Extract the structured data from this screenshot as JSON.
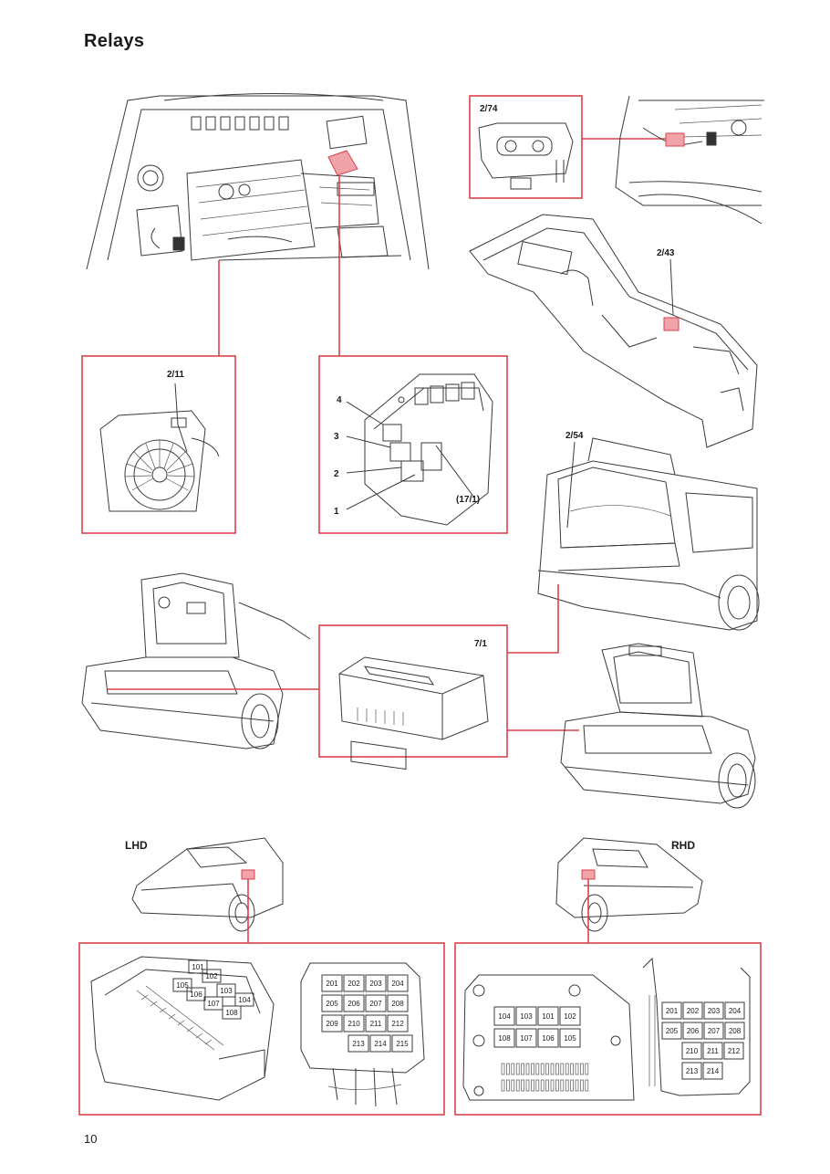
{
  "page": {
    "title": "Relays",
    "page_number": "10"
  },
  "callouts": {
    "engine_bay_1": "2/11",
    "engine_bay_2_items": [
      "4",
      "3",
      "2",
      "1"
    ],
    "engine_bay_2_tag": "(17/1)",
    "top_right": "2/74",
    "console": "2/43",
    "wagon": "2/54",
    "trunk_module": "7/1",
    "lhd": "LHD",
    "rhd": "RHD"
  },
  "lhd_box": {
    "left_unit": [
      "101",
      "102",
      "105",
      "106",
      "103",
      "104",
      "107",
      "108"
    ],
    "right_unit_rows": [
      [
        "201",
        "202",
        "203",
        "204"
      ],
      [
        "205",
        "206",
        "207",
        "208"
      ],
      [
        "209",
        "210",
        "211",
        "212"
      ],
      [
        "213",
        "214",
        "215"
      ]
    ]
  },
  "rhd_box": {
    "left_unit_rows": [
      [
        "104",
        "103",
        "101",
        "102"
      ],
      [
        "108",
        "107",
        "106",
        "105"
      ]
    ],
    "right_unit_rows": [
      [
        "201",
        "202",
        "203",
        "204"
      ],
      [
        "205",
        "206",
        "207",
        "208"
      ],
      [
        "210",
        "211",
        "212"
      ],
      [
        "213",
        "214"
      ]
    ]
  },
  "colors": {
    "accent": "#d9424a",
    "line": "#3a3a3a"
  }
}
